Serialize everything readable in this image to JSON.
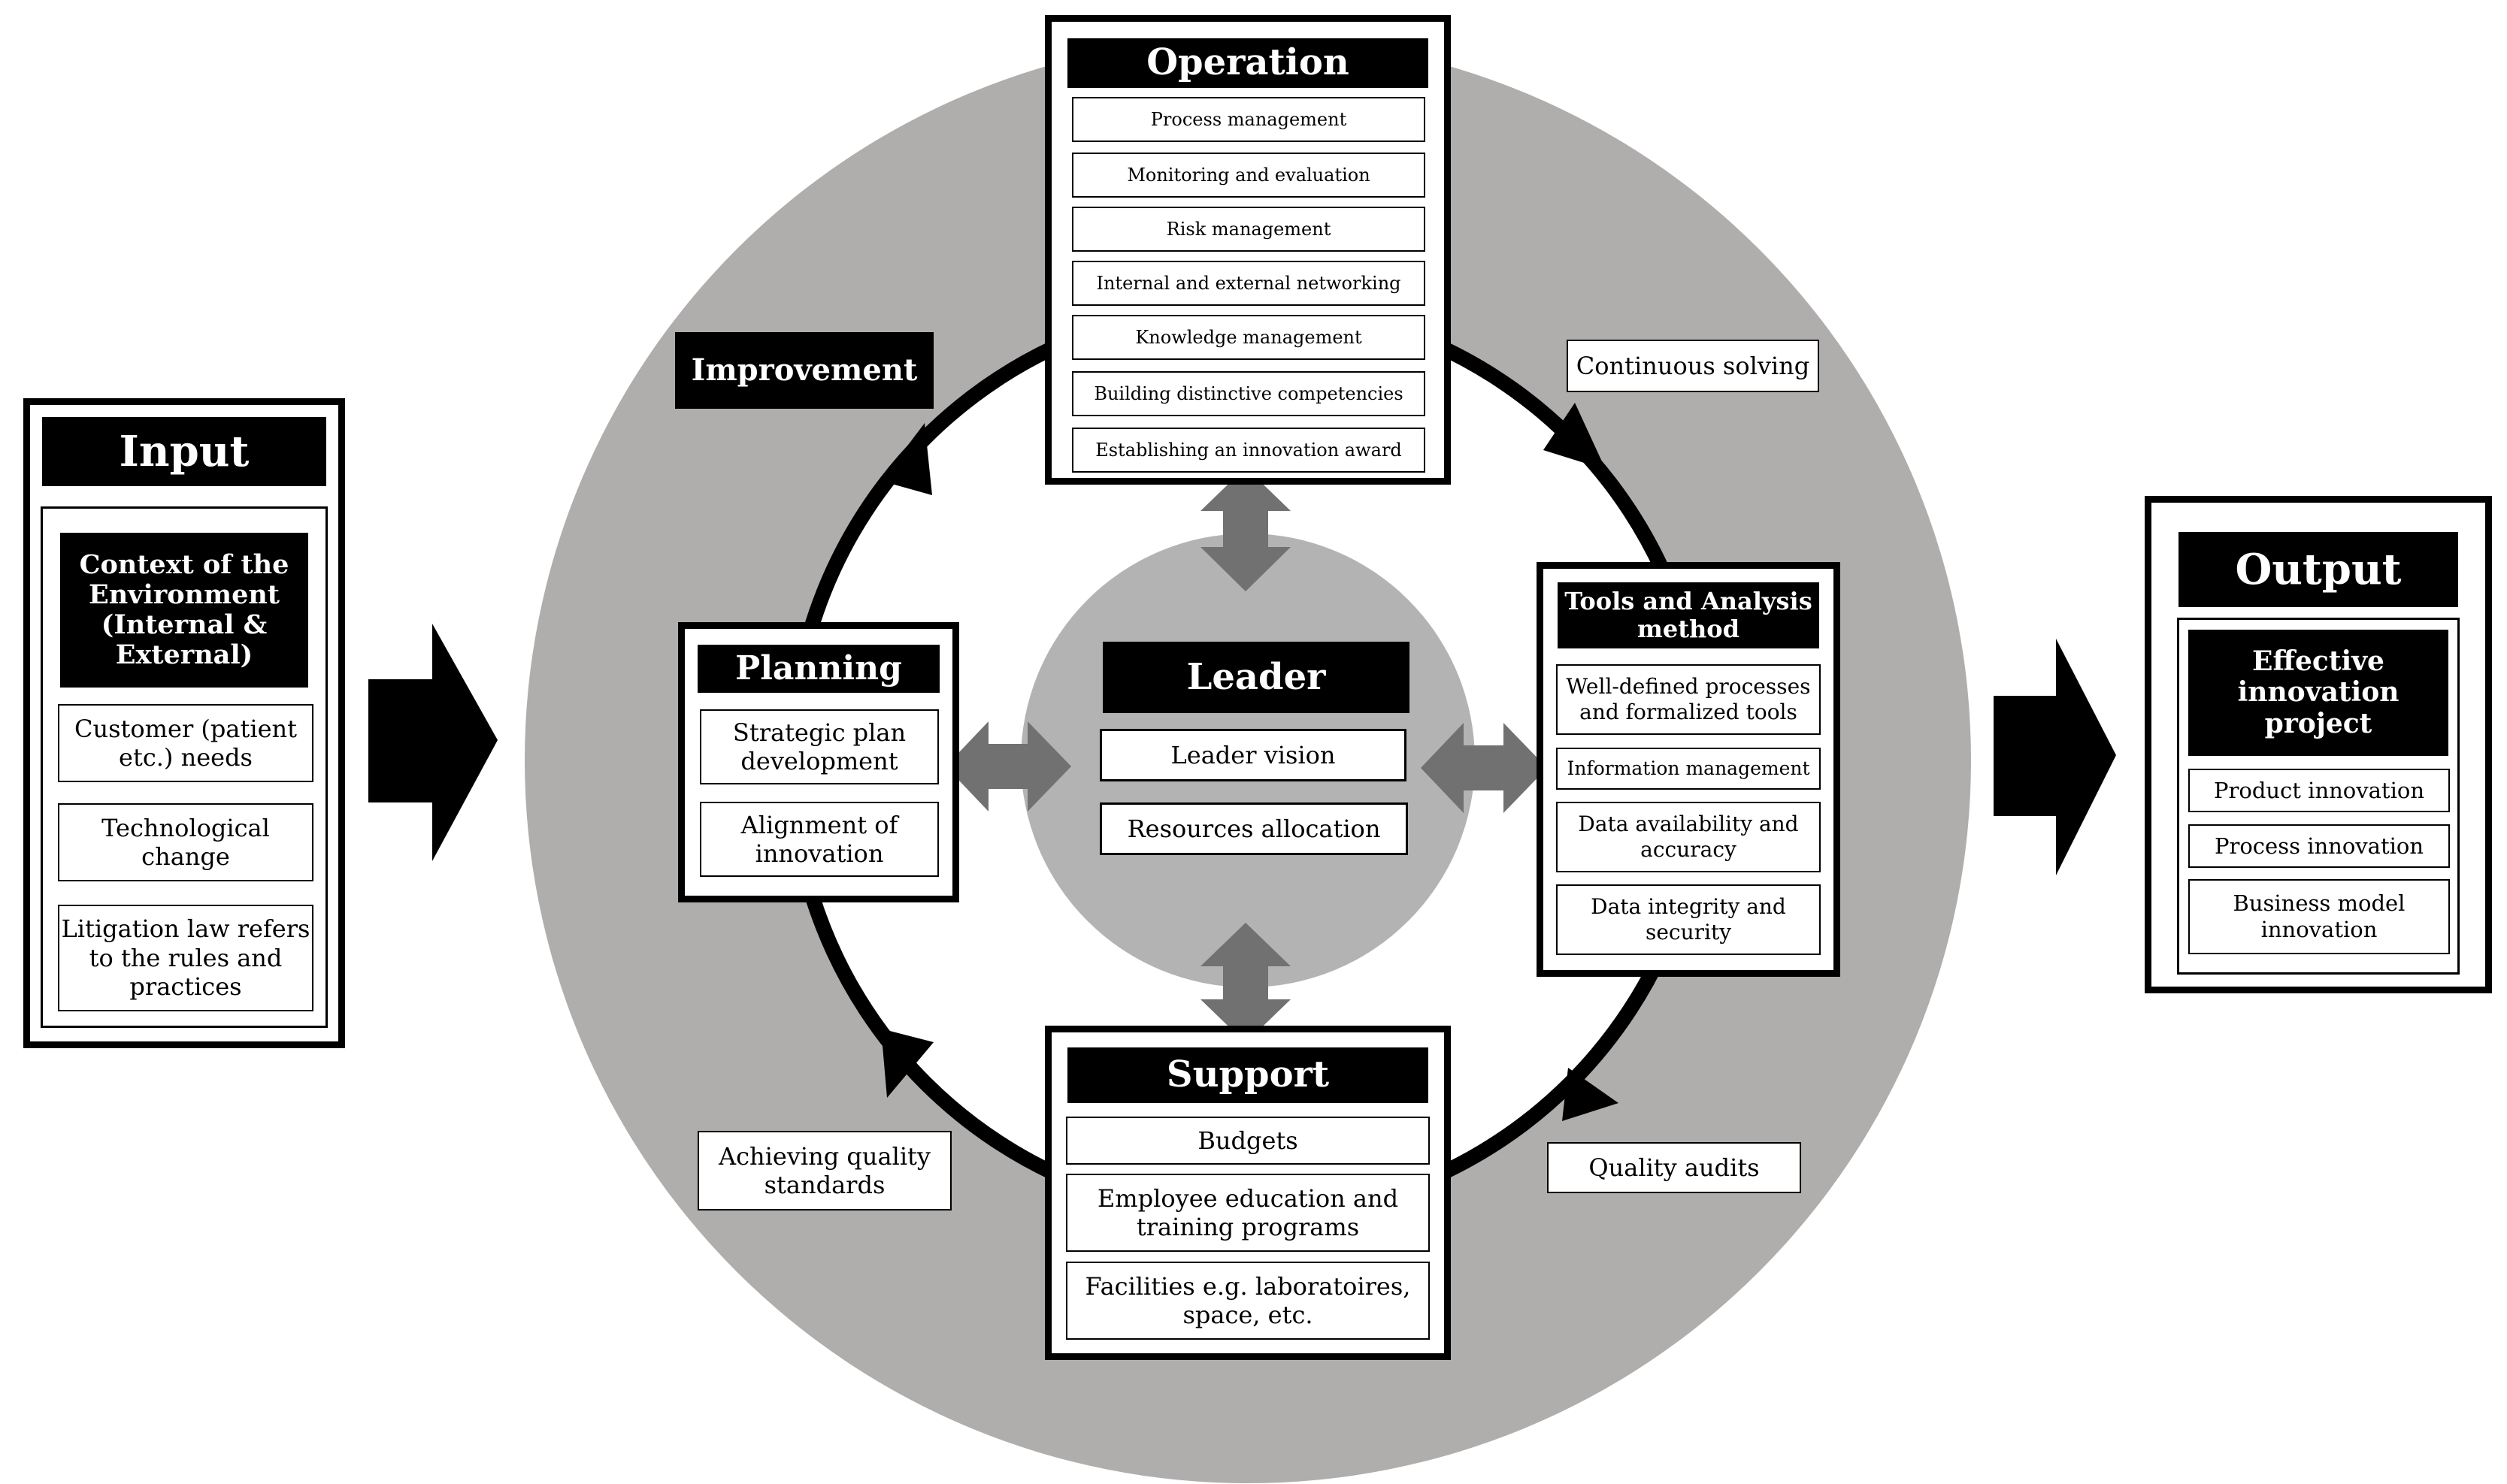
{
  "input": {
    "title": "Input",
    "context_header": "Context of the Environment (Internal & External)",
    "items": [
      "Customer (patient etc.) needs",
      "Technological change",
      "Litigation law refers to the rules and practices"
    ]
  },
  "output": {
    "title": "Output",
    "header": "Effective innovation project",
    "items": [
      "Product innovation",
      "Process innovation",
      "Business model innovation"
    ]
  },
  "operation": {
    "title": "Operation",
    "items": [
      "Process management",
      "Monitoring and evaluation",
      "Risk management",
      "Internal and external networking",
      "Knowledge management",
      "Building distinctive competencies",
      "Establishing an innovation award"
    ]
  },
  "planning": {
    "title": "Planning",
    "items": [
      "Strategic plan development",
      "Alignment of innovation"
    ]
  },
  "tools": {
    "title": "Tools and Analysis method",
    "items": [
      "Well-defined processes and formalized tools",
      "Information management",
      "Data availability and accuracy",
      "Data integrity and security"
    ]
  },
  "support": {
    "title": "Support",
    "items": [
      "Budgets",
      "Employee education and training programs",
      "Facilities e.g. laboratoires, space, etc."
    ]
  },
  "leader": {
    "title": "Leader",
    "items": [
      "Leader vision",
      "Resources allocation"
    ]
  },
  "cycle_labels": {
    "improvement": "Improvement",
    "continuous_solving": "Continuous solving",
    "quality_audits": "Quality audits",
    "achieving_quality": "Achieving quality standards"
  },
  "colors": {
    "outer_ring": "#b0adad",
    "leader_circle": "#b3b3b3",
    "double_arrow": "#717171",
    "box": "#000000"
  }
}
